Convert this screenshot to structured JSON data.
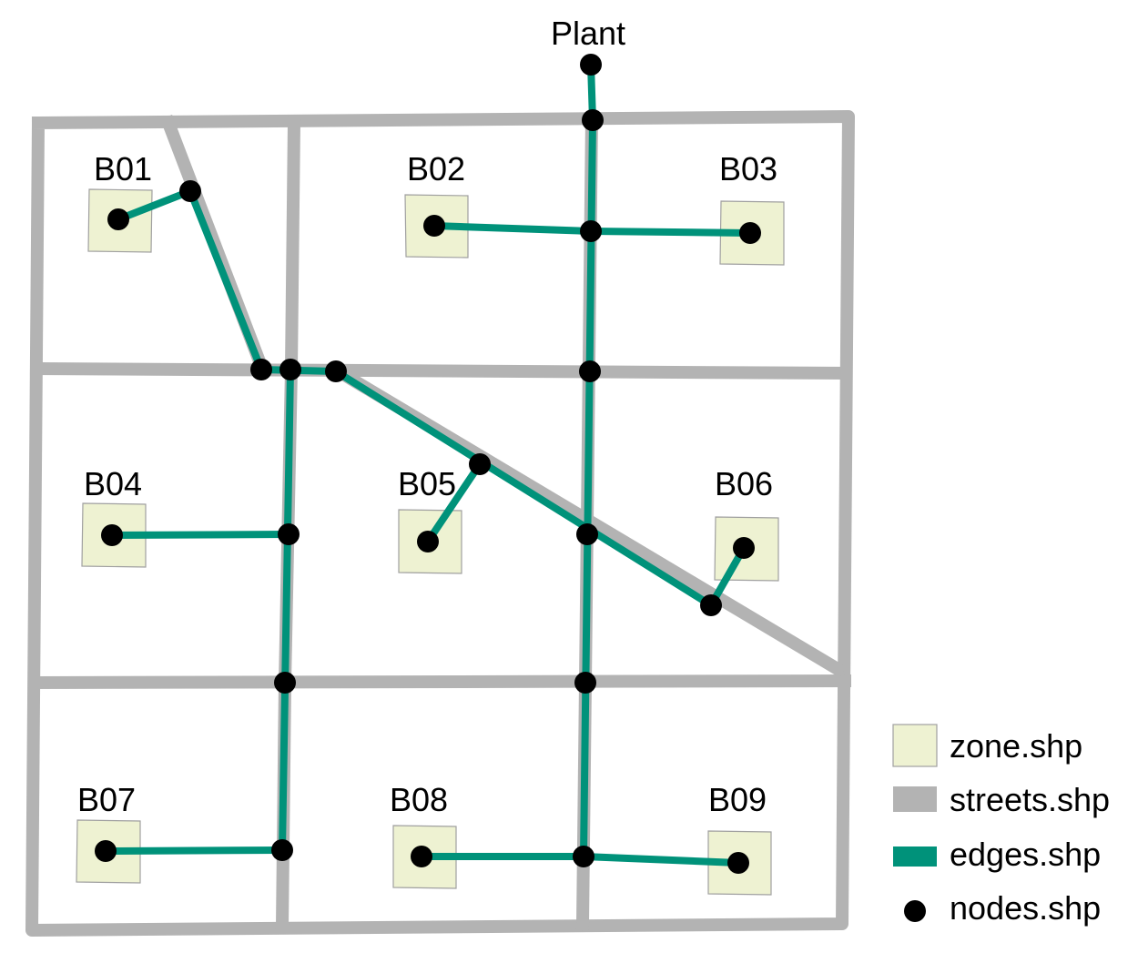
{
  "plant_label": "Plant",
  "buildings": [
    "B01",
    "B02",
    "B03",
    "B04",
    "B05",
    "B06",
    "B07",
    "B08",
    "B09"
  ],
  "legend": {
    "zone": "zone.shp",
    "streets": "streets.shp",
    "edges": "edges.shp",
    "nodes": "nodes.shp"
  },
  "colors": {
    "zone_fill": "#eef2d2",
    "zone_stroke": "#a0a0a0",
    "street": "#b3b3b3",
    "edge": "#00927a",
    "node": "#000000"
  }
}
